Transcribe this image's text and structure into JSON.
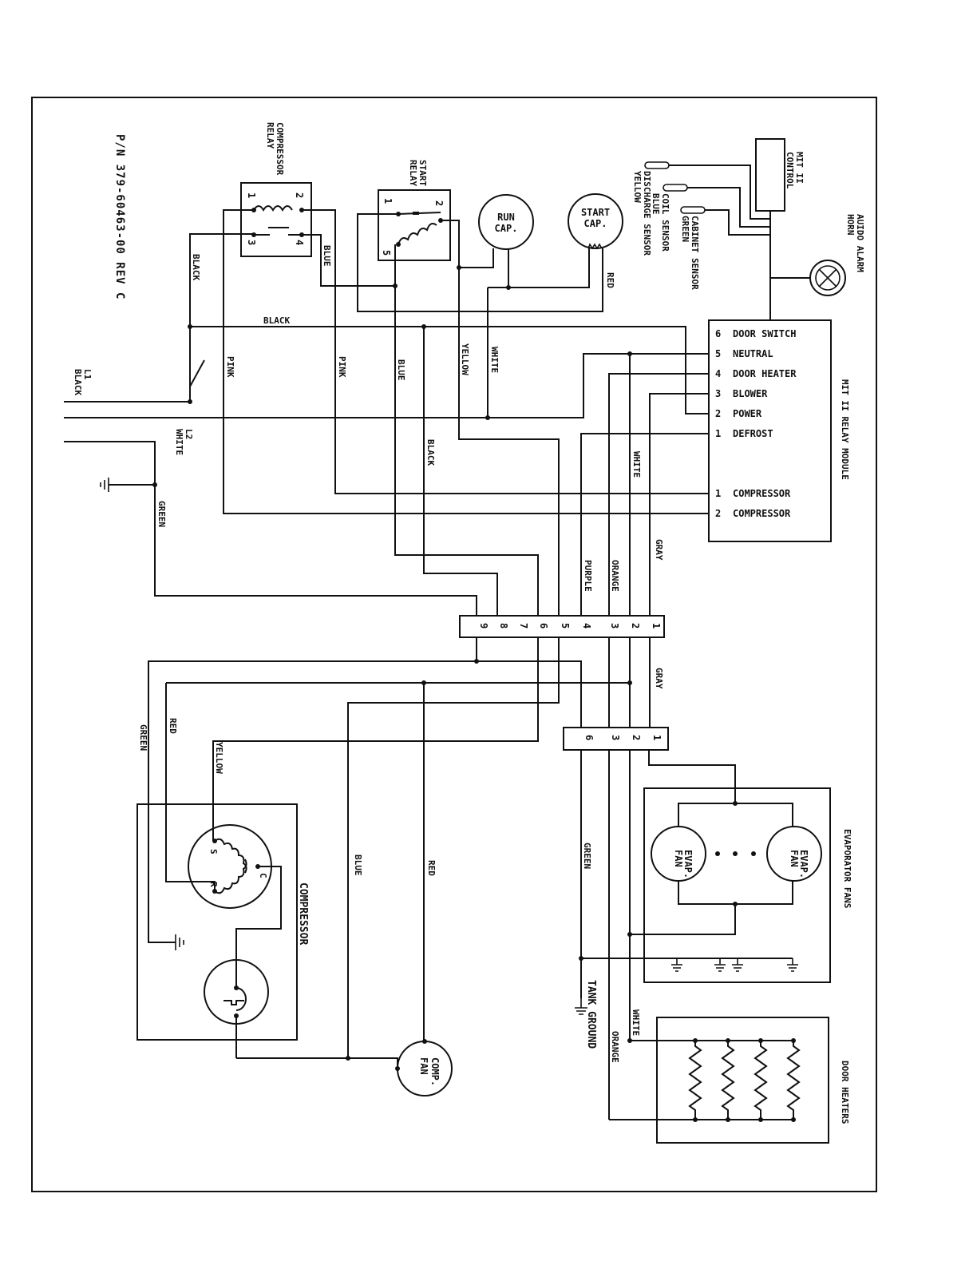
{
  "document": {
    "part_number": "P/N  379-60463-00   REV  C"
  },
  "components": {
    "compressor_relay": {
      "title_1": "COMPRESSOR",
      "title_2": "RELAY",
      "pins": [
        "1",
        "2",
        "3",
        "4"
      ]
    },
    "start_relay": {
      "title_1": "START",
      "title_2": "RELAY",
      "pins": [
        "1",
        "2",
        "5"
      ]
    },
    "run_cap": {
      "line1": "RUN",
      "line2": "CAP."
    },
    "start_cap": {
      "line1": "START",
      "line2": "CAP."
    },
    "mit_control": {
      "line1": "MIT II",
      "line2": "CONTROL"
    },
    "audio_alarm": {
      "line1": "AUIDO  ALARM",
      "line2": "HORN"
    },
    "sensors": [
      {
        "name": "DISCHARGE SENSOR",
        "color": "YELLOW"
      },
      {
        "name": "COIL  SENSOR",
        "color": "BLUE"
      },
      {
        "name": "CABINET  SENSOR",
        "color": "GREEN"
      }
    ],
    "relay_module": {
      "title": "MIT II RELAY MODULE",
      "terminals": [
        {
          "pin": "6",
          "label": "DOOR SWITCH"
        },
        {
          "pin": "5",
          "label": "NEUTRAL"
        },
        {
          "pin": "4",
          "label": "DOOR HEATER"
        },
        {
          "pin": "3",
          "label": "BLOWER"
        },
        {
          "pin": "2",
          "label": "POWER"
        },
        {
          "pin": "1",
          "label": "DEFROST"
        },
        {
          "pin": "1",
          "label": "COMPRESSOR"
        },
        {
          "pin": "2",
          "label": "COMPRESSOR"
        }
      ]
    },
    "connector_9": {
      "pins": [
        "9",
        "8",
        "7",
        "6",
        "5",
        "4",
        "3",
        "2",
        "1"
      ]
    },
    "connector_6": {
      "pins": [
        "6",
        "3",
        "2",
        "1"
      ]
    },
    "compressor": {
      "title": "COMPRESSOR",
      "terminals": [
        "S",
        "R",
        "C"
      ]
    },
    "comp_fan": {
      "line1": "COMP.",
      "line2": "FAN"
    },
    "evap_fans": {
      "title": "EVAPORATOR FANS",
      "fan_line1": "EVAP.",
      "fan_line2": "FAN"
    },
    "door_heaters": {
      "title": "DOOR HEATERS",
      "count": 4
    },
    "tank_ground": {
      "label": "TANK  GROUND"
    }
  },
  "power": {
    "l1_line1": "L1",
    "l1_line2": "BLACK",
    "l2_line1": "L2",
    "l2_line2": "WHITE"
  },
  "wire_labels": {
    "black_comp_relay": "BLACK",
    "blue_comp_relay": "BLUE",
    "black_top": "BLACK",
    "pink_left": "PINK",
    "pink_right": "PINK",
    "blue_mid": "BLUE",
    "black_mid": "BLACK",
    "yellow_mid": "YELLOW",
    "white_mid": "WHITE",
    "red_start_cap": "RED",
    "white_right": "WHITE",
    "green_ground": "GREEN",
    "purple": "PURPLE",
    "orange": "ORANGE",
    "gray_top": "GRAY",
    "gray_bottom": "GRAY",
    "green_comp": "GREEN",
    "red_comp": "RED",
    "yellow_comp": "YELLOW",
    "blue_fan": "BLUE",
    "red_fan": "RED",
    "green_tank": "GREEN",
    "white_heater": "WHITE",
    "orange_heater": "ORANGE"
  }
}
